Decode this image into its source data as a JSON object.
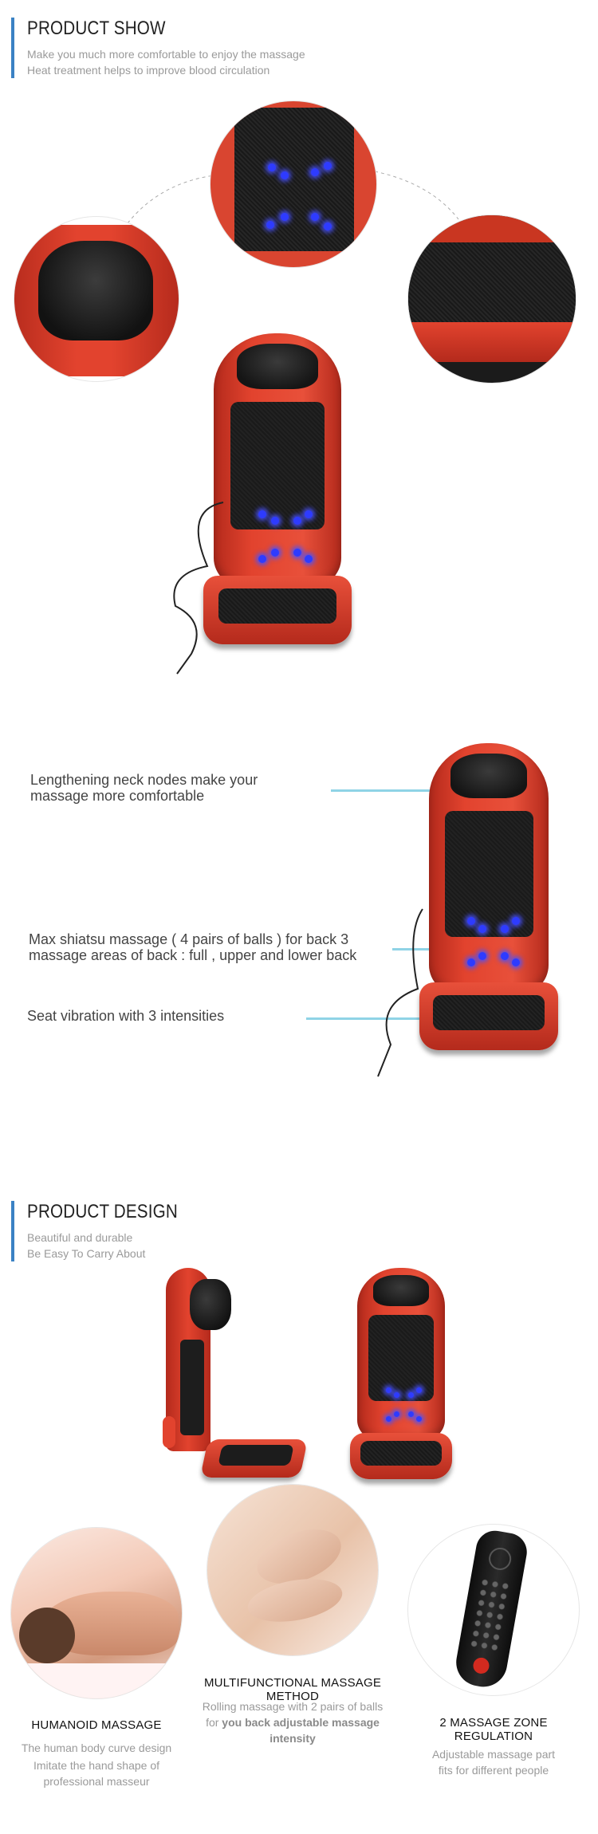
{
  "show": {
    "title": "PRODUCT SHOW",
    "sub1": "Make you much more comfortable to enjoy the massage",
    "sub2": "Heat treatment helps to improve blood circulation"
  },
  "callouts": {
    "neck_line1": "Lengthening neck nodes make your",
    "neck_line2": "massage more comfortable",
    "back_line1": "Max shiatsu massage ( 4 pairs of balls ) for back 3",
    "back_line2": "massage areas of back : full , upper and lower back",
    "seat": "Seat vibration with 3 intensities"
  },
  "design": {
    "title": "PRODUCT DESIGN",
    "sub1": "Beautiful and durable",
    "sub2": "Be Easy To Carry About"
  },
  "features": [
    {
      "title": "HUMANOID MASSAGE",
      "desc1": "The human body curve design",
      "desc2": "Imitate the hand shape of",
      "desc3": "professional masseur"
    },
    {
      "title": "MULTIFUNCTIONAL MASSAGE METHOD",
      "desc1": "Rolling massage with 2 pairs of balls",
      "desc2a": "for ",
      "desc2b": "you back adjustable massage",
      "desc3": "intensity"
    },
    {
      "title": "2 MASSAGE ZONE REGULATION",
      "desc1": "Adjustable massage part",
      "desc2": "fits for different people"
    }
  ],
  "colors": {
    "accent": "#3b82c4",
    "chair_red": "#e2432e",
    "callout": "#8fd3e6",
    "glow": "#2e3bff"
  }
}
